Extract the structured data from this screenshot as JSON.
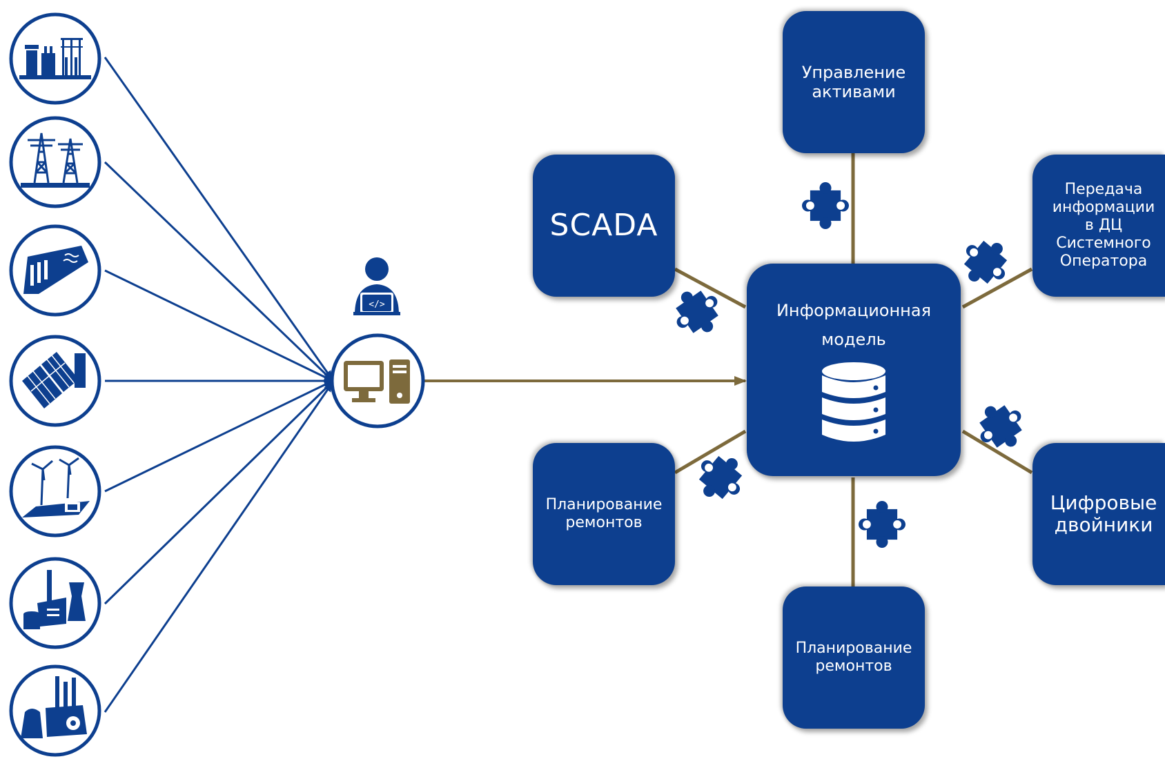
{
  "colors": {
    "primary_blue": "#0d3f8f",
    "link_gold": "#7d6a3c",
    "white": "#ffffff"
  },
  "sources": [
    {
      "icon": "substation-icon"
    },
    {
      "icon": "power-line-towers-icon"
    },
    {
      "icon": "hydro-dam-icon"
    },
    {
      "icon": "solar-panels-icon"
    },
    {
      "icon": "wind-farm-icon"
    },
    {
      "icon": "thermal-power-plant-icon"
    },
    {
      "icon": "nuclear-power-plant-icon"
    }
  ],
  "workstation": {
    "user_icon": "developer-user-icon",
    "computer_icon": "computer-icon"
  },
  "center": {
    "line1": "Информационная",
    "line2": "модель",
    "icon": "database-icon"
  },
  "modules": {
    "asset_management": {
      "line1": "Управление",
      "line2": "активами"
    },
    "scada": {
      "label": "SCADA"
    },
    "system_operator": {
      "line1": "Передача",
      "line2": "информации",
      "line3": "в ДЦ",
      "line4": "Системного",
      "line5": "Оператора"
    },
    "repair_planning_left": {
      "line1": "Планирование",
      "line2": "ремонтов"
    },
    "digital_twins": {
      "line1": "Цифровые",
      "line2": "двойники"
    },
    "repair_planning_bottom": {
      "line1": "Планирование",
      "line2": "ремонтов"
    }
  },
  "connector_icon": "puzzle-piece-icon"
}
